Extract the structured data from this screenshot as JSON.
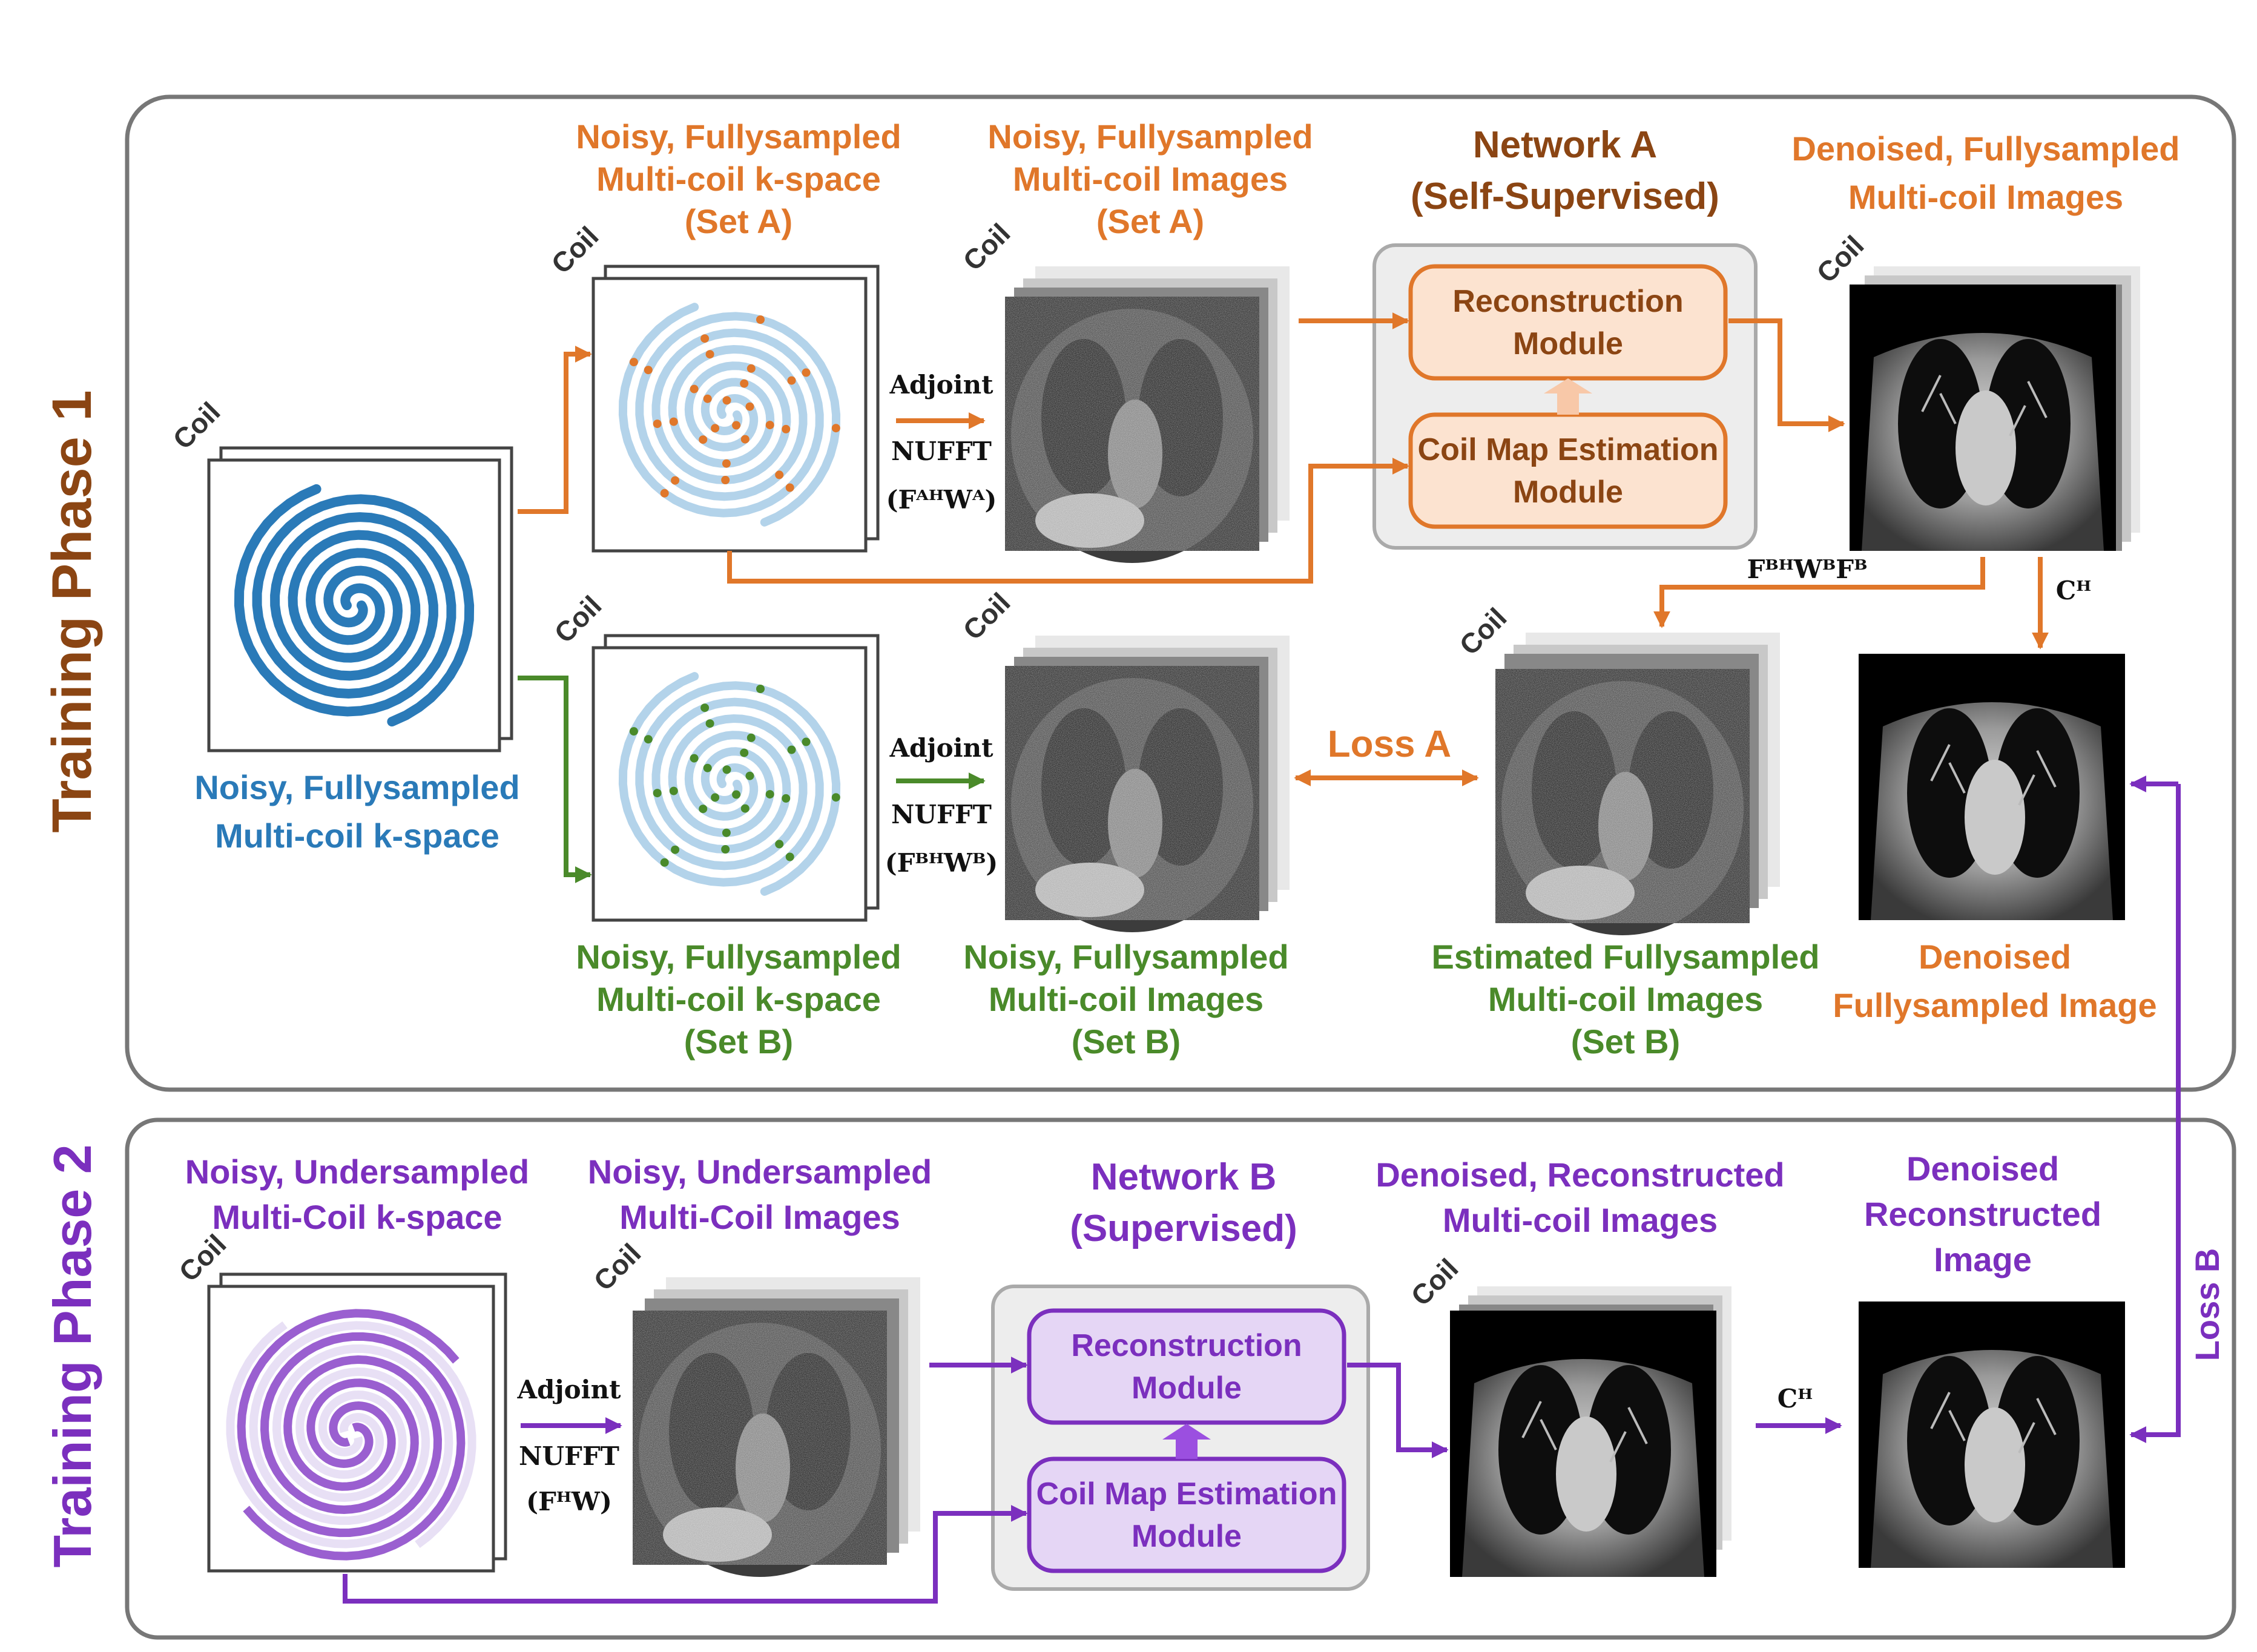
{
  "colors": {
    "orange": "#E0772A",
    "brown": "#8B4513",
    "blue": "#2A7AB8",
    "light_blue": "#B3D3EA",
    "green": "#4A8A2A",
    "purple": "#7B2FBE",
    "light_purple": "#E5D6F5",
    "orange_fill": "#FCE3D0",
    "gray_box": "#EDEDED"
  },
  "phase1": {
    "title": "Training Phase 1",
    "coil_label": "Coil",
    "input_kspace": {
      "line1": "Noisy, Fullysampled",
      "line2": "Multi-coil k-space"
    },
    "kspace_a": {
      "line1": "Noisy, Fullysampled",
      "line2": "Multi-coil k-space",
      "line3": "(Set A)"
    },
    "images_a": {
      "line1": "Noisy, Fullysampled",
      "line2": "Multi-coil Images",
      "line3": "(Set A)"
    },
    "kspace_b": {
      "line1": "Noisy, Fullysampled",
      "line2": "Multi-coil k-space",
      "line3": "(Set B)"
    },
    "images_b": {
      "line1": "Noisy, Fullysampled",
      "line2": "Multi-coil Images",
      "line3": "(Set B)"
    },
    "adjoint_a": {
      "line1": "Adjoint",
      "line2": "NUFFT",
      "line3": "(FᴬᴴWᴬ)"
    },
    "adjoint_b": {
      "line1": "Adjoint",
      "line2": "NUFFT",
      "line3": "(FᴮᴴWᴮ)"
    },
    "network": {
      "title": "Network A",
      "subtitle": "(Self-Supervised)",
      "recon_line1": "Reconstruction",
      "recon_line2": "Module",
      "coil_line1": "Coil Map Estimation",
      "coil_line2": "Module"
    },
    "denoised_multi": {
      "line1": "Denoised, Fullysampled",
      "line2": "Multi-coil Images"
    },
    "fwf": "FᴮᴴWᴮFᴮ",
    "ch": "Cᴴ",
    "loss": "Loss A",
    "estimated": {
      "line1": "Estimated Fullysampled",
      "line2": "Multi-coil Images",
      "line3": "(Set B)"
    },
    "denoised_image": {
      "line1": "Denoised",
      "line2": "Fullysampled Image"
    }
  },
  "phase2": {
    "title": "Training Phase 2",
    "coil_label": "Coil",
    "input_kspace": {
      "line1": "Noisy, Undersampled",
      "line2": "Multi-Coil k-space"
    },
    "images": {
      "line1": "Noisy, Undersampled",
      "line2": "Multi-Coil Images"
    },
    "adjoint": {
      "line1": "Adjoint",
      "line2": "NUFFT",
      "line3": "(FᴴW)"
    },
    "network": {
      "title": "Network B",
      "subtitle": "(Supervised)",
      "recon_line1": "Reconstruction",
      "recon_line2": "Module",
      "coil_line1": "Coil Map Estimation",
      "coil_line2": "Module"
    },
    "denoised_multi": {
      "line1": "Denoised, Reconstructed",
      "line2": "Multi-coil Images"
    },
    "ch": "Cᴴ",
    "final": {
      "line1": "Denoised",
      "line2": "Reconstructed",
      "line3": "Image"
    },
    "loss": "Loss B"
  }
}
